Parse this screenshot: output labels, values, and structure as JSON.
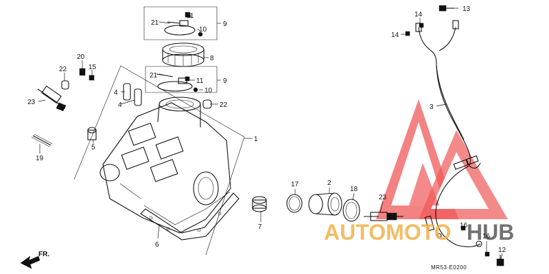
{
  "callouts": {
    "c1": "1",
    "c2": "2",
    "c3": "3",
    "c4a": "4",
    "c4b": "4",
    "c5": "5",
    "c6": "6",
    "c7": "7",
    "c8": "8",
    "c9a": "9",
    "c9b": "9",
    "c10a": "10",
    "c10b": "10",
    "c11a": "11",
    "c11b": "11",
    "c12": "12",
    "c13": "13",
    "c14a": "14",
    "c14b": "14",
    "c15": "15",
    "c16a": "16",
    "c16b": "16",
    "c17": "17",
    "c18": "18",
    "c19": "19",
    "c20": "20",
    "c21a": "21",
    "c21b": "21",
    "c22a": "22",
    "c22b": "22",
    "c23a": "23",
    "c23b": "23"
  },
  "direction_label": "FR.",
  "diagram_code": "MR53-E0200",
  "watermark": {
    "word_a": "AUTOMOTO",
    "word_b": "HUB",
    "color_a": "#f2b24a",
    "color_b": "#5a5a5a",
    "logo_color": "#ee3b3b"
  }
}
